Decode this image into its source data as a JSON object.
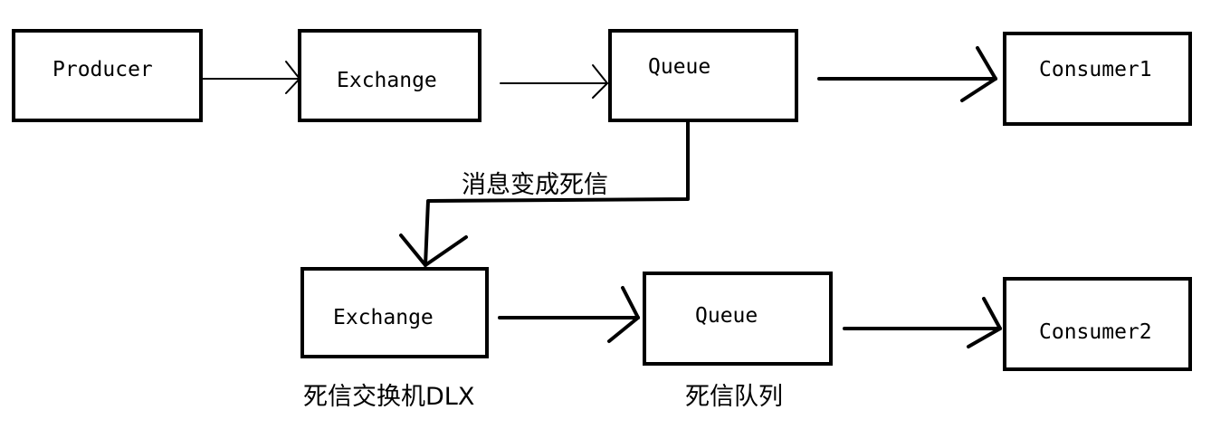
{
  "nodes": {
    "producer": {
      "label": "Producer"
    },
    "exchange": {
      "label": "Exchange"
    },
    "queue": {
      "label": "Queue"
    },
    "consumer1": {
      "label": "Consumer1"
    },
    "dlx_exchange": {
      "label": "Exchange",
      "caption": "死信交换机DLX"
    },
    "dlx_queue": {
      "label": "Queue",
      "caption": "死信队列"
    },
    "consumer2": {
      "label": "Consumer2"
    }
  },
  "dead_letter_edge": {
    "label": "消息变成死信"
  }
}
